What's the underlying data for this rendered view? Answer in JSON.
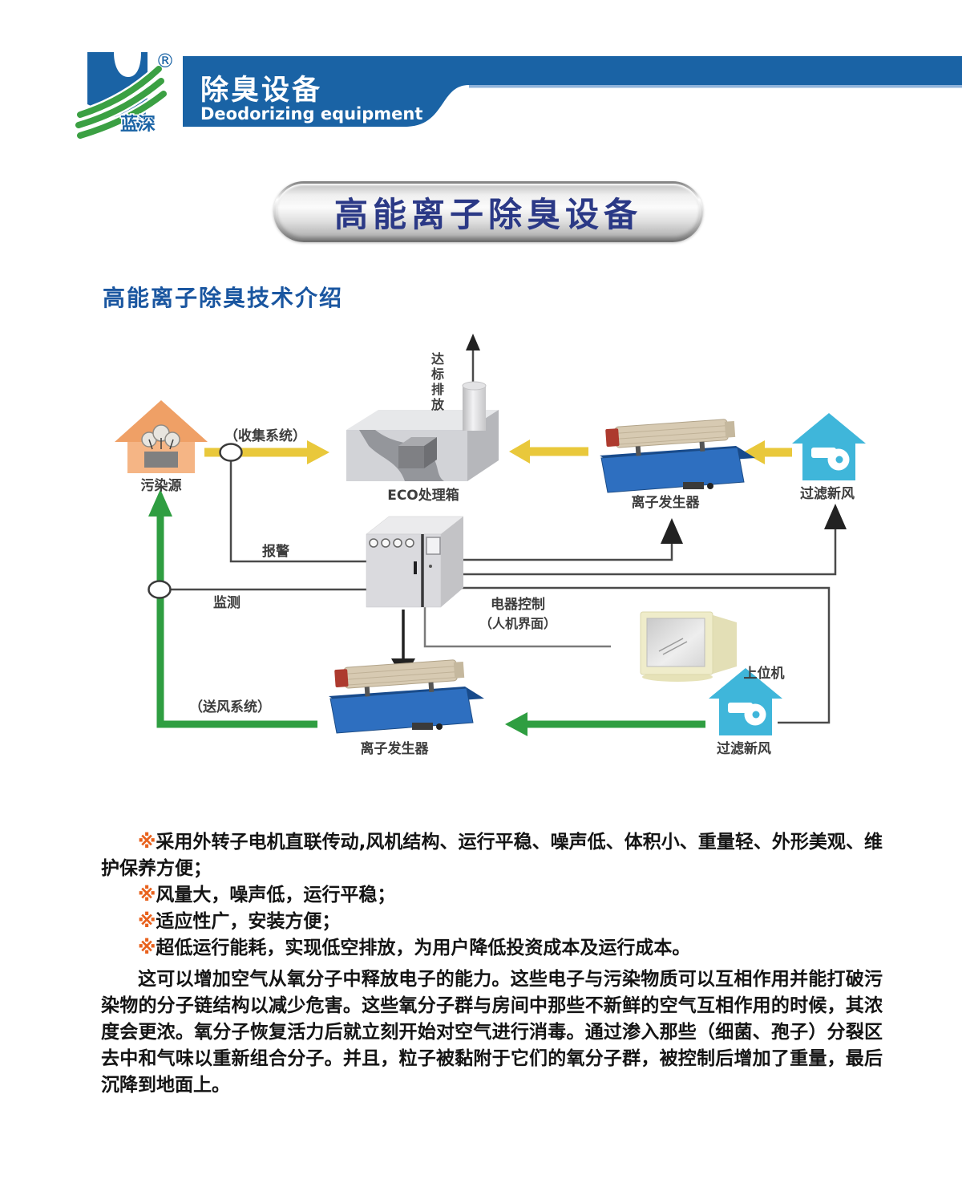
{
  "header": {
    "logo": {
      "brand": "蓝深",
      "registered": "®"
    },
    "title_cn": "除臭设备",
    "title_en": "Deodorizing equipment",
    "banner_color": "#1a63a5"
  },
  "banner_pill": {
    "label": "高能离子除臭设备",
    "text_color": "#2b3986"
  },
  "section": {
    "heading": "高能离子除臭技术介绍",
    "color": "#1a56a0"
  },
  "diagram": {
    "labels": {
      "pollution_source": "污染源",
      "collection_system": "（收集系统）",
      "discharge_chars": [
        "达",
        "标",
        "排",
        "放"
      ],
      "eco_box": "ECO处理箱",
      "ion_generator_top": "离子发生器",
      "fresh_air_top": "过滤新风",
      "alarm": "报警",
      "monitoring": "监测",
      "control_line1": "电器控制",
      "control_line2": "（人机界面）",
      "host_computer": "上位机",
      "air_supply": "（送风系统）",
      "ion_generator_bottom": "离子发生器",
      "fresh_air_bottom": "过滤新风"
    },
    "colors": {
      "yellow_arrow": "#e9c83b",
      "green_arrow": "#2f9e41",
      "black_arrow": "#222222",
      "house_orange": "#f0a468",
      "house_blue": "#3fb6da",
      "machine_blue": "#2e6fc0"
    }
  },
  "content": {
    "bullets": [
      {
        "marker": "※",
        "text": "采用外转子电机直联传动,风机结构、运行平稳、噪声低、体积小、重量轻、外形美观、维护保养方便；"
      },
      {
        "marker": "※",
        "text": "风量大，噪声低，运行平稳；"
      },
      {
        "marker": "※",
        "text": "适应性广，安装方便；"
      },
      {
        "marker": "※",
        "text": "超低运行能耗，实现低空排放，为用户降低投资成本及运行成本。"
      }
    ],
    "paragraph": "这可以增加空气从氧分子中释放电子的能力。这些电子与污染物质可以互相作用并能打破污染物的分子链结构以减少危害。这些氧分子群与房间中那些不新鲜的空气互相作用的时候，其浓度会更浓。氧分子恢复活力后就立刻开始对空气进行消毒。通过渗入那些（细菌、孢子）分裂区去中和气味以重新组合分子。并且，粒子被黏附于它们的氧分子群，被控制后增加了重量，最后沉降到地面上。"
  }
}
